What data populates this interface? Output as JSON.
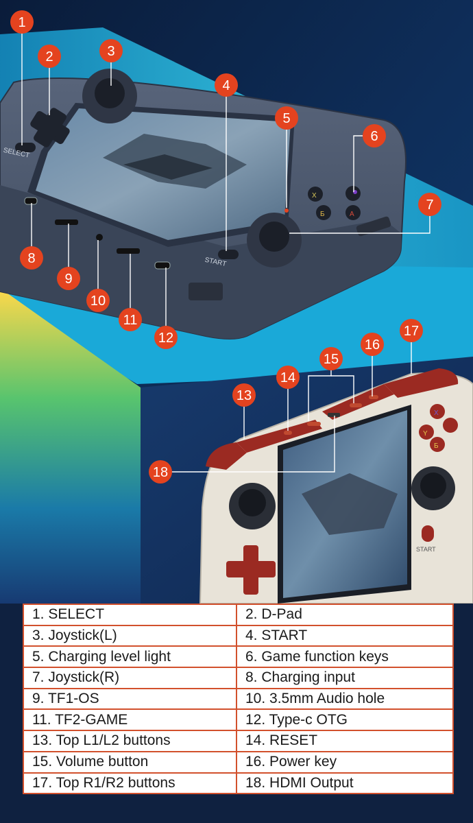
{
  "device": {
    "front_labels": {
      "select": "SELECT",
      "start": "START"
    },
    "face_buttons": {
      "x": "X",
      "y": "Y",
      "b": "Б",
      "a": "A"
    },
    "back_labels": {
      "start": "START"
    }
  },
  "callouts": [
    "1",
    "2",
    "3",
    "4",
    "5",
    "6",
    "7",
    "8",
    "9",
    "10",
    "11",
    "12",
    "13",
    "14",
    "15",
    "16",
    "17",
    "18"
  ],
  "legend": {
    "rows": [
      [
        "1. SELECT",
        "2. D-Pad"
      ],
      [
        "3. Joystick(L)",
        "4. START"
      ],
      [
        "5. Charging level light",
        "6. Game function keys"
      ],
      [
        "7. Joystick(R)",
        "8. Charging input"
      ],
      [
        "9. TF1-OS",
        "10. 3.5mm Audio hole"
      ],
      [
        "11. TF2-GAME",
        "12. Type-c OTG"
      ],
      [
        "13. Top L1/L2 buttons",
        "14. RESET"
      ],
      [
        "15. Volume button",
        "16. Power key"
      ],
      [
        "17. Top R1/R2 buttons",
        "18. HDMI Output"
      ]
    ]
  },
  "colors": {
    "callout": "#e4431f",
    "table_border": "#d2502c",
    "console_dark": "#4a5568",
    "console_light": "#e8e3d8",
    "accent_red": "#9b2a22"
  }
}
